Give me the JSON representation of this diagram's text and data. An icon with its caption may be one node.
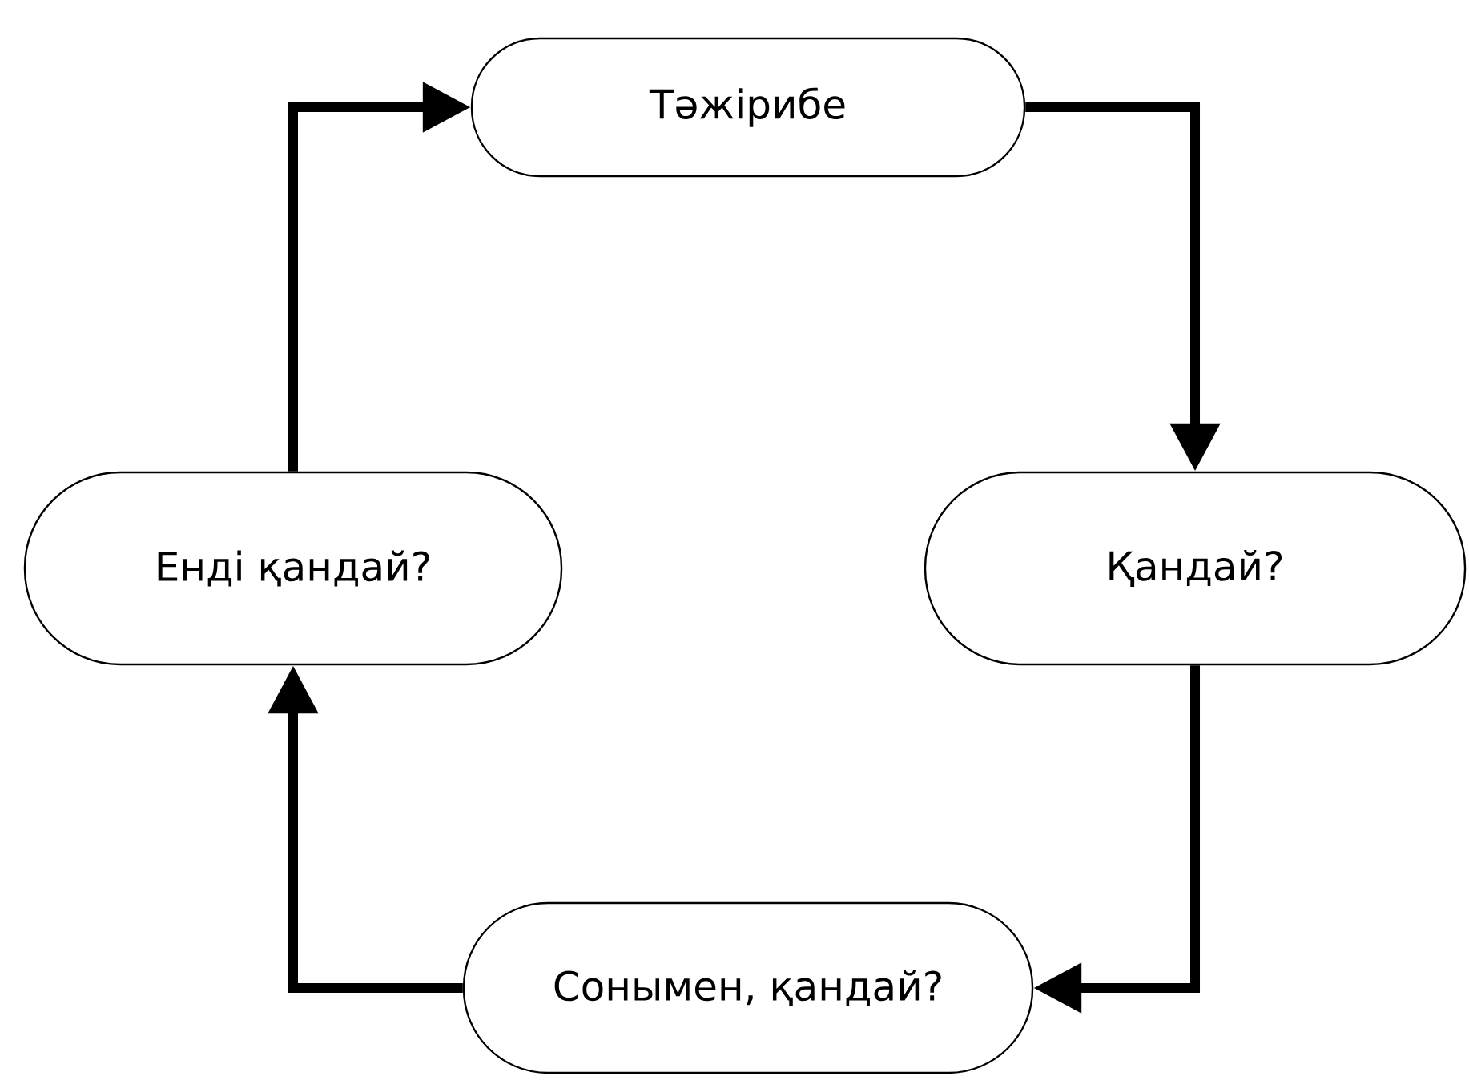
{
  "diagram": {
    "nodes": [
      {
        "text": [
          "Тәжірибе"
        ]
      },
      {
        "text": [
          "Қандай?"
        ]
      },
      {
        "text": [
          "Сонымен, қандай?"
        ]
      },
      {
        "text": [
          "Енді қандай?"
        ]
      }
    ],
    "edges": [
      {
        "from": 0,
        "to": 1,
        "arrow": "to"
      },
      {
        "from": 1,
        "to": 2,
        "arrow": "to"
      },
      {
        "from": 2,
        "to": 3,
        "arrow": "to"
      },
      {
        "from": 3,
        "to": 0,
        "arrow": "to"
      }
    ]
  }
}
